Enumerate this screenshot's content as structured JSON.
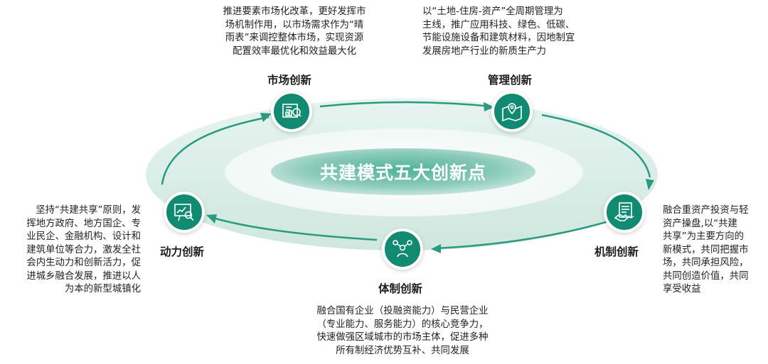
{
  "center": {
    "title": "共建模式五大创新点"
  },
  "colors": {
    "accent": "#118a72",
    "ring_light": "#dcefe8",
    "ring_arrow": "#2a9a82"
  },
  "items": [
    {
      "id": "market",
      "label": "市场创新",
      "icon": "market-blueprint-icon",
      "desc": [
        "推进要素市场化改革，更好发挥市",
        "场机制作用，以市场需求作为“晴",
        "雨表”来调控整体市场，实现资源",
        "配置效率最优化和效益最大化"
      ]
    },
    {
      "id": "management",
      "label": "管理创新",
      "icon": "map-pin-icon",
      "desc": [
        "以“土地-住房-资产”全周期管理为",
        "主线，推广应用科技、绿色、低碳、",
        "节能设施设备和建筑材料，因地制宜",
        "发展房地产行业的新质生产力"
      ]
    },
    {
      "id": "mechanism",
      "label": "机制创新",
      "icon": "handshake-document-icon",
      "desc": [
        "融合重资产投资与轻",
        "资产操盘,以“共建",
        "共享”为主要方向的",
        "新模式，共同把握市",
        "场，共同承担风险，",
        "共同创造价值，共同",
        "享受收益"
      ]
    },
    {
      "id": "system",
      "label": "体制创新",
      "icon": "people-network-icon",
      "desc": [
        "融合国有企业（投融资能力）与民营企业",
        "（专业能力、服务能力）的核心竞争力，",
        "快速做强区域城市的市场主体，促进多种",
        "所有制经济优势互补、共同发展"
      ]
    },
    {
      "id": "power",
      "label": "动力创新",
      "icon": "chart-presentation-icon",
      "desc": [
        "坚持“共建共享”原则，发",
        "挥地方政府、地方国企、专",
        "业民企、金融机构、设计和",
        "建筑单位等合力，激发全社",
        "会内生动力和创新活力，促",
        "进城乡融合发展，推进以人",
        "为本的新型城镇化"
      ]
    }
  ]
}
